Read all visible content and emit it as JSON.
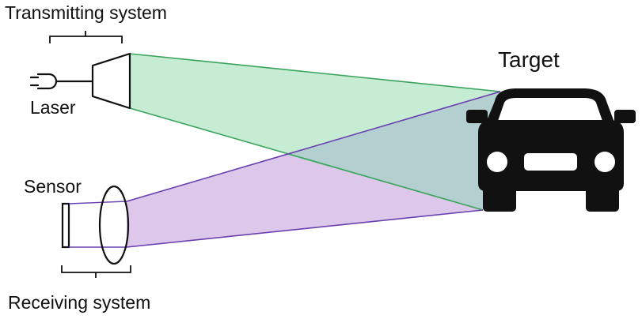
{
  "labels": {
    "transmitting_system": "Transmitting system",
    "laser": "Laser",
    "sensor": "Sensor",
    "receiving_system": "Receiving system",
    "target": "Target"
  },
  "icons": {
    "laser_source": "laser-plug-icon",
    "transmitter_optic": "trapezoid-emitter-icon",
    "sensor_element": "sensor-plate-icon",
    "lens": "lens-icon",
    "target_object": "car-front-icon"
  },
  "colors": {
    "transmit_beam_fill": "#c6ecd4",
    "transmit_beam_edge": "#3aa35a",
    "receive_beam_fill": "#ddc8ec",
    "receive_beam_edge": "#6a3fb0",
    "overlap_fill": "#b3cfd0",
    "car": "#111111"
  }
}
